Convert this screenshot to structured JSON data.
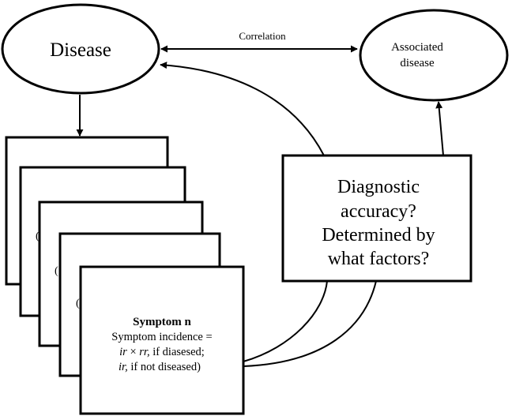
{
  "nodes": {
    "disease": {
      "label": "Disease"
    },
    "associated": {
      "line1": "Associated",
      "line2": "disease"
    },
    "diagnostic": {
      "line1": "Diagnostic",
      "line2": "accuracy?",
      "line3": "Determined by",
      "line4": "what factors?"
    },
    "symptom": {
      "title": "Symptom n",
      "line1": "Symptom incidence =",
      "line2_italic": "ir",
      "line2_mid": " × ",
      "line2_italic2": "rr,",
      "line2_rest": " if diasesed;",
      "line3_italic": "ir,",
      "line3_rest": " if not diseased)"
    }
  },
  "edges": {
    "correlation": {
      "label": "Correlation"
    }
  },
  "colors": {
    "stroke": "#000000",
    "fill": "#ffffff"
  }
}
